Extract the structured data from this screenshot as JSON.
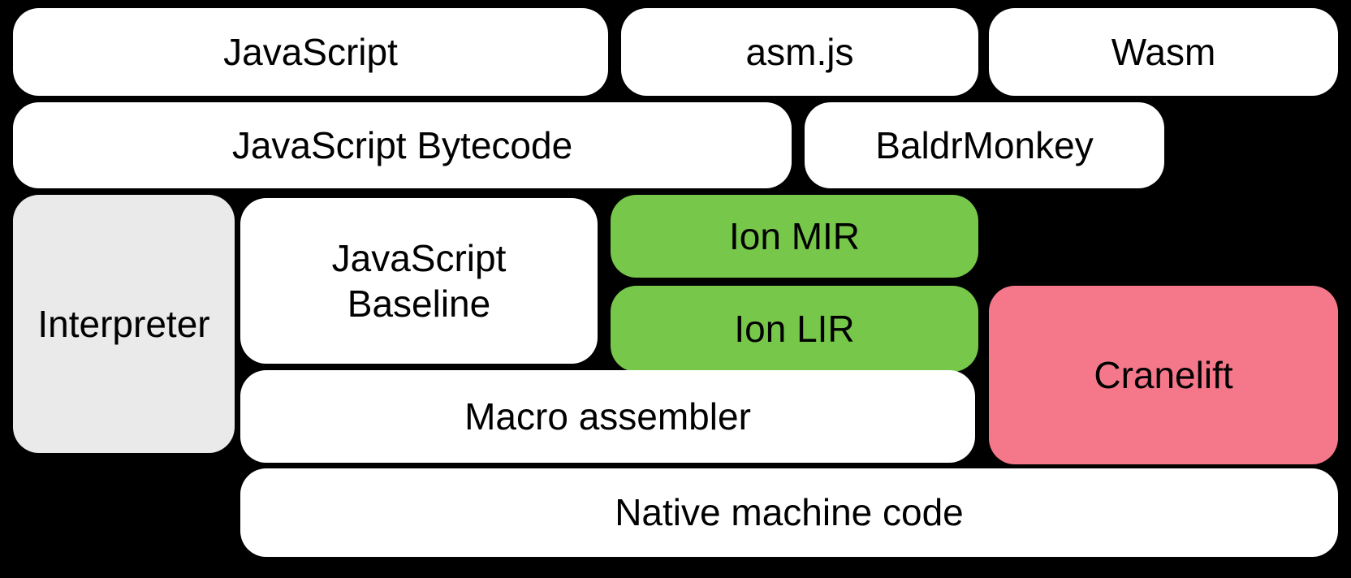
{
  "diagram": {
    "description": "Compiler pipeline diagram",
    "colors": {
      "background": "#000000",
      "white_box": "#ffffff",
      "gray_box": "#eaeaea",
      "green_box": "#76c74a",
      "pink_box": "#f5788a",
      "text": "#000000"
    },
    "nodes": {
      "javascript": {
        "label": "JavaScript",
        "color": "#ffffff"
      },
      "asmjs": {
        "label": "asm.js",
        "color": "#ffffff"
      },
      "wasm": {
        "label": "Wasm",
        "color": "#ffffff"
      },
      "bytecode": {
        "label": "JavaScript Bytecode",
        "color": "#ffffff"
      },
      "baldrmonkey": {
        "label": "BaldrMonkey",
        "color": "#ffffff"
      },
      "interpreter": {
        "label": "Interpreter",
        "color": "#eaeaea"
      },
      "baseline": {
        "label": "JavaScript\nBaseline",
        "color": "#ffffff"
      },
      "ion_mir": {
        "label": "Ion MIR",
        "color": "#76c74a"
      },
      "ion_lir": {
        "label": "Ion LIR",
        "color": "#76c74a"
      },
      "cranelift": {
        "label": "Cranelift",
        "color": "#f5788a"
      },
      "macro_assembler": {
        "label": "Macro assembler",
        "color": "#ffffff"
      },
      "native": {
        "label": "Native machine code",
        "color": "#ffffff"
      }
    }
  }
}
